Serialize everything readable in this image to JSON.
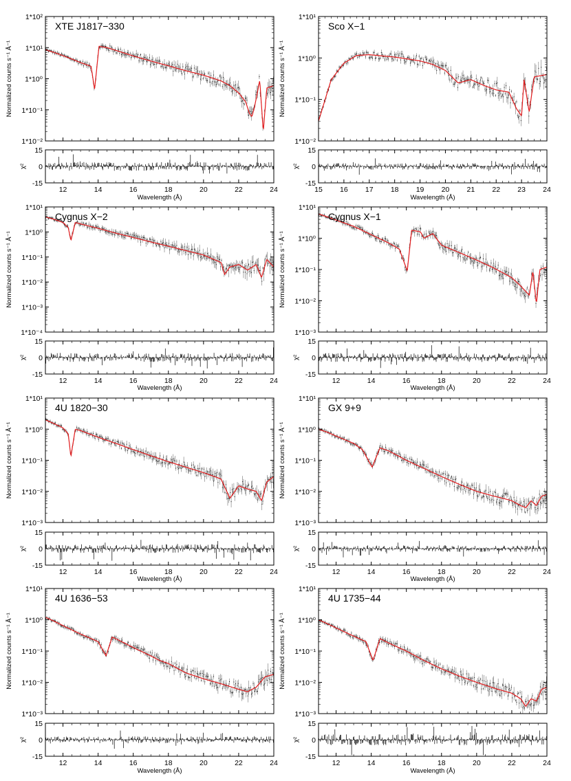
{
  "figure": {
    "x_axis_label": "Wavelength (Å)",
    "y_axis_label": "Normalized counts s⁻¹ Å⁻¹",
    "residual_axis_label": "χ²",
    "model_color": "#e31a1c",
    "data_color": "#555555"
  },
  "chart_data": [
    {
      "type": "line",
      "title": "XTE J1817−330",
      "x": [
        11,
        11.5,
        12,
        12.5,
        13,
        13.6,
        13.8,
        14.05,
        14.5,
        15,
        16,
        17,
        18,
        19,
        20,
        21,
        21.5,
        22,
        22.4,
        22.6,
        22.75,
        22.9,
        23.2,
        23.4,
        23.6,
        24
      ],
      "model": [
        8.5,
        7.0,
        5.5,
        4.3,
        3.3,
        2.5,
        0.45,
        11.0,
        10.0,
        8.2,
        5.4,
        3.7,
        2.6,
        1.8,
        1.3,
        0.85,
        0.6,
        0.35,
        0.18,
        0.08,
        0.06,
        0.12,
        0.9,
        0.02,
        0.5,
        0.6
      ],
      "ylim": [
        0.01,
        100
      ],
      "log_y": true,
      "xlim": [
        11,
        24
      ],
      "xticks": [
        12,
        14,
        16,
        18,
        20,
        22,
        24
      ],
      "ytick_labels": [
        "1*10²",
        "1*10¹",
        "1*10⁰",
        "1*10⁻¹",
        "1*10⁻²"
      ],
      "ytick_values": [
        100,
        10,
        1,
        0.1,
        0.01
      ],
      "residual_ylim": [
        -15,
        15
      ],
      "residual_ticks": [
        15,
        0,
        -15
      ],
      "residual_level": 4
    },
    {
      "type": "line",
      "title": "Sco X−1",
      "x": [
        15,
        15.5,
        16,
        16.5,
        17,
        18,
        18.5,
        19,
        19.5,
        20,
        20.5,
        21,
        21.5,
        22,
        22.5,
        22.8,
        23,
        23.1,
        23.3,
        23.5,
        24
      ],
      "model": [
        0.03,
        0.3,
        0.75,
        1.15,
        1.2,
        1.05,
        0.95,
        0.85,
        0.7,
        0.5,
        0.25,
        0.3,
        0.22,
        0.17,
        0.15,
        0.06,
        0.04,
        0.3,
        0.05,
        0.35,
        0.4
      ],
      "ylim": [
        0.01,
        10
      ],
      "log_y": true,
      "xlim": [
        15,
        24
      ],
      "xticks": [
        15,
        16,
        17,
        18,
        19,
        20,
        21,
        22,
        23,
        24
      ],
      "ytick_labels": [
        "1*10¹",
        "1*10⁰",
        "1*10⁻¹",
        "1*10⁻²"
      ],
      "ytick_values": [
        10,
        1,
        0.1,
        0.01
      ],
      "residual_ylim": [
        -15,
        15
      ],
      "residual_ticks": [
        15,
        0,
        -15
      ],
      "residual_level": 3
    },
    {
      "type": "line",
      "title": "Cygnus X−2",
      "x": [
        11,
        11.5,
        12,
        12.3,
        12.45,
        12.7,
        13,
        14,
        15,
        16,
        17,
        18,
        19,
        20,
        21,
        21.2,
        21.5,
        22,
        22.5,
        23,
        23.3,
        23.6,
        24
      ],
      "model": [
        4.0,
        3.2,
        2.4,
        1.5,
        0.45,
        2.4,
        2.1,
        1.4,
        0.9,
        0.6,
        0.4,
        0.27,
        0.18,
        0.12,
        0.06,
        0.02,
        0.04,
        0.05,
        0.03,
        0.05,
        0.015,
        0.08,
        0.04
      ],
      "ylim": [
        0.0001,
        10
      ],
      "log_y": true,
      "xlim": [
        11,
        24
      ],
      "xticks": [
        12,
        14,
        16,
        18,
        20,
        22,
        24
      ],
      "ytick_labels": [
        "1*10¹",
        "1*10⁰",
        "1*10⁻¹",
        "1*10⁻²",
        "1*10⁻³",
        "1*10⁻⁴"
      ],
      "ytick_values": [
        10,
        1,
        0.1,
        0.01,
        0.001,
        0.0001
      ],
      "residual_ylim": [
        -15,
        15
      ],
      "residual_ticks": [
        15,
        0,
        -15
      ],
      "residual_level": 4
    },
    {
      "type": "line",
      "title": "Cygnus X−1",
      "x": [
        11,
        11.5,
        12,
        13,
        14,
        15,
        15.6,
        16.05,
        16.3,
        16.8,
        17,
        17.5,
        18,
        19,
        20,
        21,
        22,
        22.5,
        23,
        23.2,
        23.4,
        23.6,
        24
      ],
      "model": [
        6.0,
        4.8,
        3.8,
        2.4,
        1.3,
        0.7,
        0.45,
        0.09,
        1.8,
        1.6,
        1.0,
        1.4,
        0.6,
        0.35,
        0.2,
        0.11,
        0.055,
        0.03,
        0.015,
        0.09,
        0.008,
        0.1,
        0.12
      ],
      "ylim": [
        0.001,
        10
      ],
      "log_y": true,
      "xlim": [
        11,
        24
      ],
      "xticks": [
        12,
        14,
        16,
        18,
        20,
        22,
        24
      ],
      "ytick_labels": [
        "1*10¹",
        "1*10⁰",
        "1*10⁻¹",
        "1*10⁻²",
        "1*10⁻³"
      ],
      "ytick_values": [
        10,
        1,
        0.1,
        0.01,
        0.001
      ],
      "residual_ylim": [
        -15,
        15
      ],
      "residual_ticks": [
        15,
        0,
        -15
      ],
      "residual_level": 4
    },
    {
      "type": "line",
      "title": "4U 1820−30",
      "x": [
        11,
        11.5,
        12,
        12.3,
        12.45,
        12.7,
        13,
        14,
        15,
        16,
        17,
        18,
        19,
        20,
        21,
        21.5,
        22,
        22.5,
        23,
        23.3,
        23.6,
        24
      ],
      "model": [
        2.0,
        1.5,
        1.1,
        0.7,
        0.13,
        1.0,
        0.9,
        0.55,
        0.35,
        0.22,
        0.14,
        0.09,
        0.06,
        0.04,
        0.025,
        0.006,
        0.015,
        0.012,
        0.01,
        0.005,
        0.02,
        0.03
      ],
      "ylim": [
        0.001,
        10
      ],
      "log_y": true,
      "xlim": [
        11,
        24
      ],
      "xticks": [
        12,
        14,
        16,
        18,
        20,
        22,
        24
      ],
      "ytick_labels": [
        "1*10¹",
        "1*10⁰",
        "1*10⁻¹",
        "1*10⁻²",
        "1*10⁻³"
      ],
      "ytick_values": [
        10,
        1,
        0.1,
        0.01,
        0.001
      ],
      "residual_ylim": [
        -15,
        15
      ],
      "residual_ticks": [
        15,
        0,
        -15
      ],
      "residual_level": 4
    },
    {
      "type": "line",
      "title": "GX 9+9",
      "x": [
        11,
        11.5,
        12,
        13,
        13.5,
        14.05,
        14.5,
        15,
        16,
        17,
        18,
        19,
        20,
        21,
        21.5,
        22,
        22.5,
        22.8,
        23.1,
        23.4,
        23.7,
        24
      ],
      "model": [
        1.0,
        0.8,
        0.6,
        0.35,
        0.22,
        0.06,
        0.25,
        0.2,
        0.1,
        0.055,
        0.03,
        0.017,
        0.01,
        0.007,
        0.006,
        0.005,
        0.0035,
        0.003,
        0.005,
        0.0035,
        0.007,
        0.008
      ],
      "ylim": [
        0.001,
        10
      ],
      "log_y": true,
      "xlim": [
        11,
        24
      ],
      "xticks": [
        12,
        14,
        16,
        18,
        20,
        22,
        24
      ],
      "ytick_labels": [
        "1*10¹",
        "1*10⁰",
        "1*10⁻¹",
        "1*10⁻²",
        "1*10⁻³"
      ],
      "ytick_values": [
        10,
        1,
        0.1,
        0.01,
        0.001
      ],
      "residual_ylim": [
        -15,
        15
      ],
      "residual_ticks": [
        15,
        0,
        -15
      ],
      "residual_level": 3
    },
    {
      "type": "line",
      "title": "4U 1636−53",
      "x": [
        11,
        11.5,
        12,
        13,
        14,
        14.45,
        14.8,
        15,
        16,
        17,
        17.5,
        18,
        19,
        20,
        21,
        22,
        22.5,
        23,
        23.5,
        24
      ],
      "model": [
        1.2,
        0.9,
        0.65,
        0.35,
        0.2,
        0.07,
        0.28,
        0.25,
        0.13,
        0.07,
        0.05,
        0.04,
        0.02,
        0.013,
        0.009,
        0.006,
        0.005,
        0.007,
        0.015,
        0.018
      ],
      "ylim": [
        0.001,
        10
      ],
      "log_y": true,
      "xlim": [
        11,
        24
      ],
      "xticks": [
        12,
        14,
        16,
        18,
        20,
        22,
        24
      ],
      "ytick_labels": [
        "1*10¹",
        "1*10⁰",
        "1*10⁻¹",
        "1*10⁻²",
        "1*10⁻³"
      ],
      "ytick_values": [
        10,
        1,
        0.1,
        0.01,
        0.001
      ],
      "residual_ylim": [
        -15,
        15
      ],
      "residual_ticks": [
        15,
        0,
        -15
      ],
      "residual_level": 3
    },
    {
      "type": "line",
      "title": "4U 1735−44",
      "x": [
        11,
        11.5,
        12,
        13,
        13.7,
        14.1,
        14.5,
        15,
        16,
        17,
        18,
        19,
        20,
        21,
        22,
        22.5,
        22.8,
        23.1,
        23.4,
        23.7,
        24
      ],
      "model": [
        1.0,
        0.75,
        0.55,
        0.3,
        0.2,
        0.05,
        0.25,
        0.18,
        0.1,
        0.05,
        0.027,
        0.016,
        0.01,
        0.0065,
        0.0045,
        0.003,
        0.0017,
        0.003,
        0.0025,
        0.006,
        0.007
      ],
      "ylim": [
        0.001,
        10
      ],
      "log_y": true,
      "xlim": [
        11,
        24
      ],
      "xticks": [
        12,
        14,
        16,
        18,
        20,
        22,
        24
      ],
      "ytick_labels": [
        "1*10¹",
        "1*10⁰",
        "1*10⁻¹",
        "1*10⁻²",
        "1*10⁻³"
      ],
      "ytick_values": [
        10,
        1,
        0.1,
        0.01,
        0.001
      ],
      "residual_ylim": [
        -15,
        15
      ],
      "residual_ticks": [
        15,
        0,
        -15
      ],
      "residual_level": 5
    }
  ]
}
